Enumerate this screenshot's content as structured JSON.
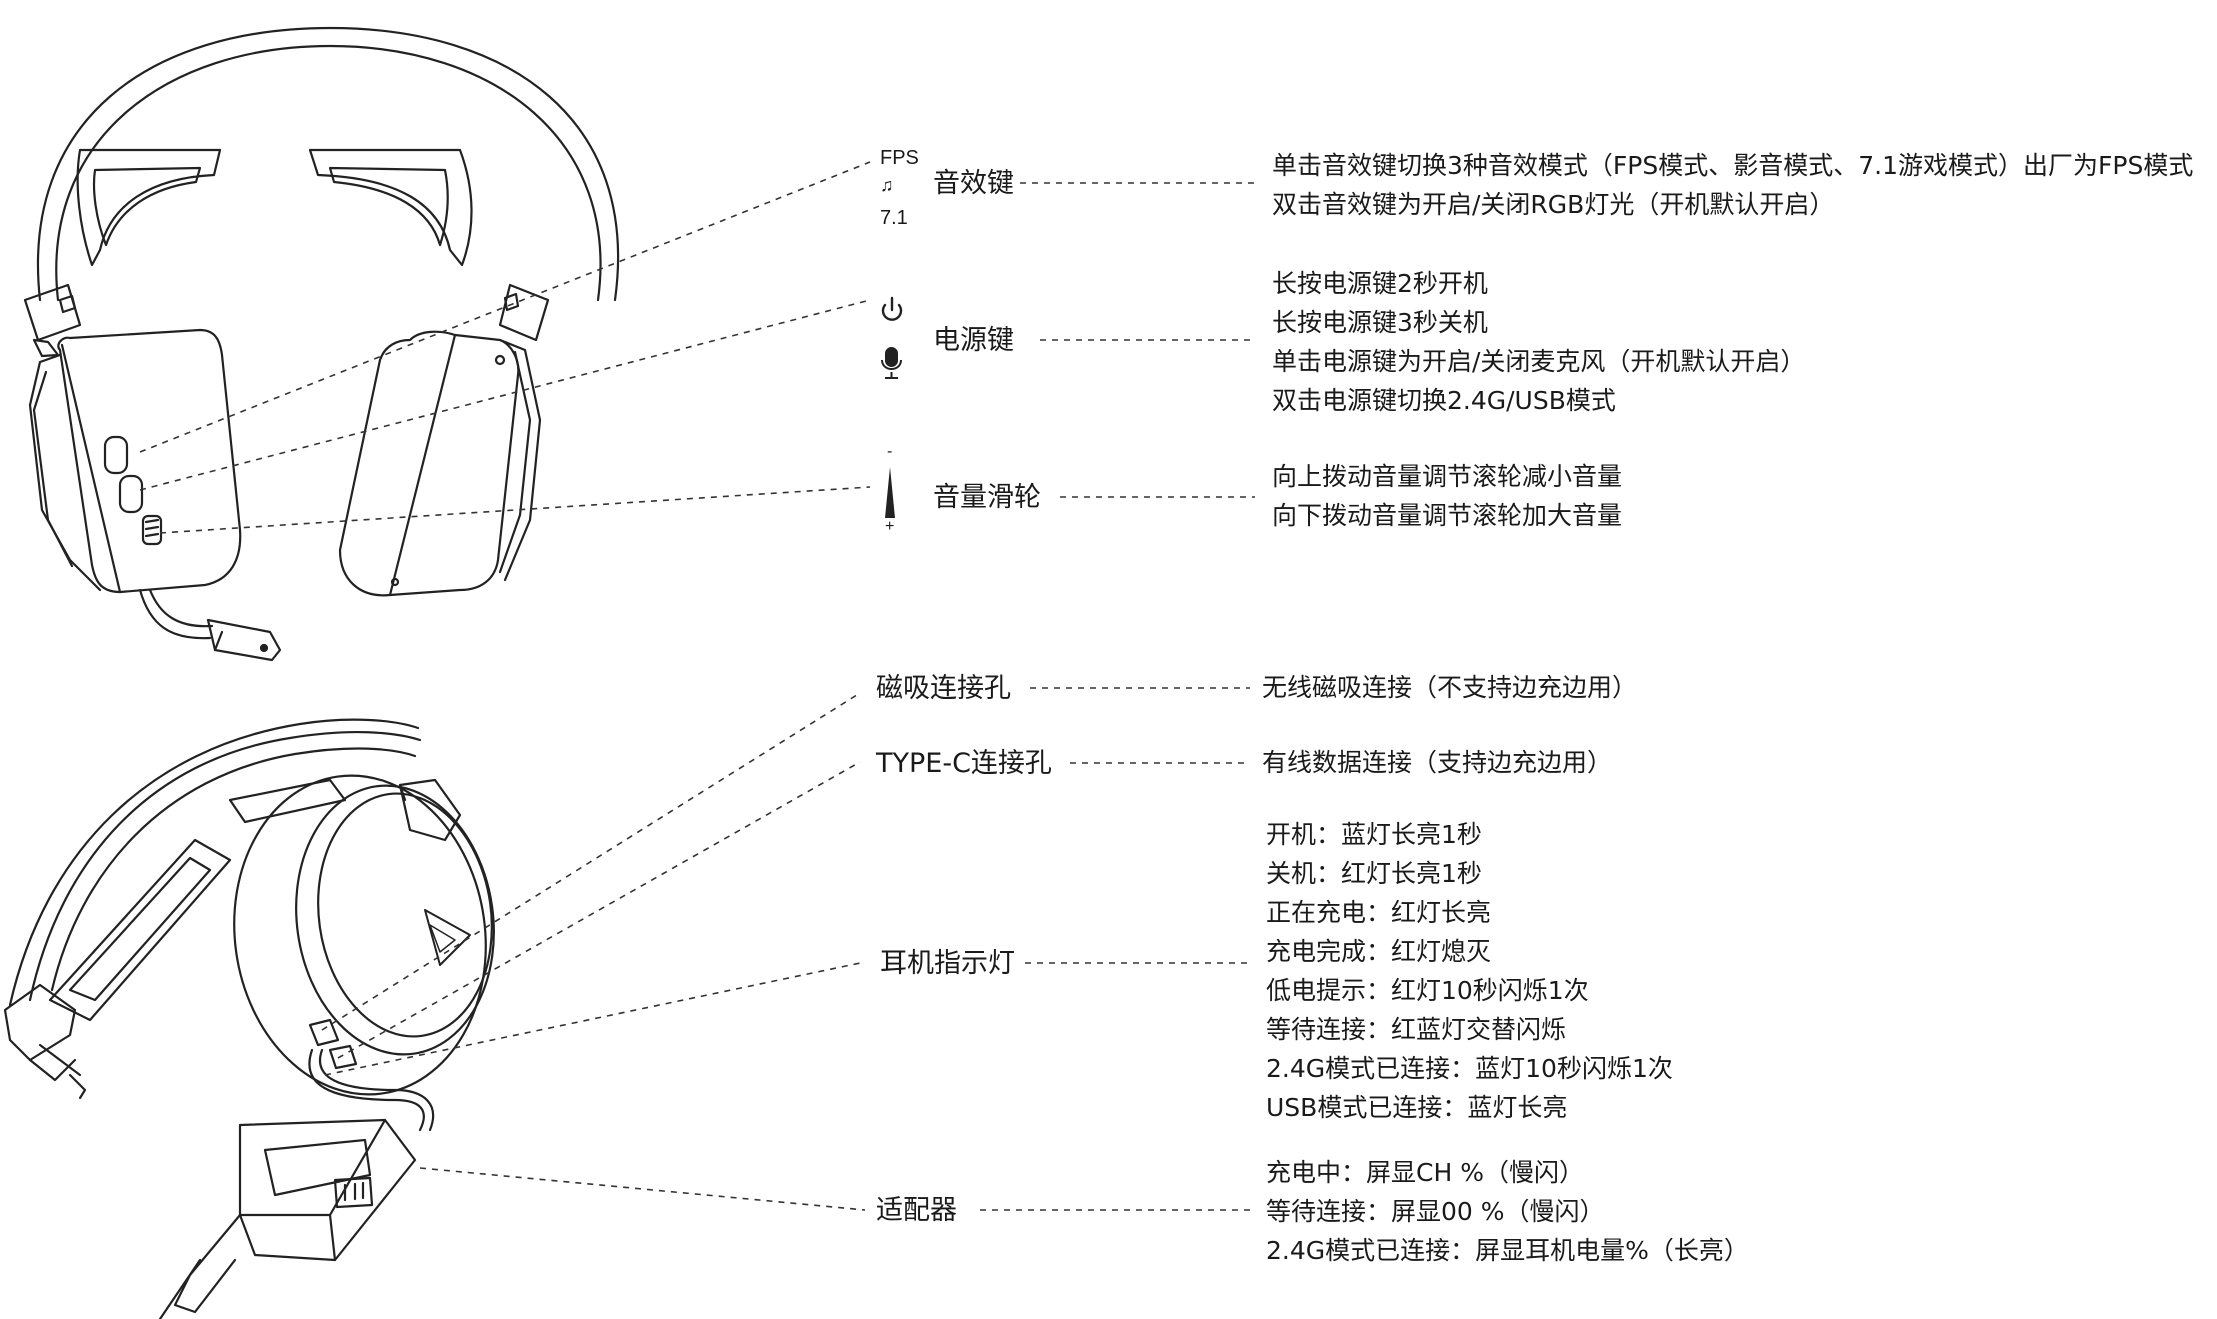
{
  "sections": {
    "sound_key": {
      "icon_lines": [
        "FPS",
        "♫",
        "7.1"
      ],
      "label": "音效键",
      "desc": [
        "单击音效键切换3种音效模式（FPS模式、影音模式、7.1游戏模式）出厂为FPS模式",
        "双击音效键为开启/关闭RGB灯光（开机默认开启）"
      ]
    },
    "power_key": {
      "icons": [
        "power-icon",
        "microphone-icon"
      ],
      "label": "电源键",
      "desc": [
        "长按电源键2秒开机",
        "长按电源键3秒关机",
        "单击电源键为开启/关闭麦克风（开机默认开启）",
        "双击电源键切换2.4G/USB模式"
      ]
    },
    "volume_wheel": {
      "minus": "-",
      "plus": "+",
      "label": "音量滑轮",
      "desc": [
        "向上拨动音量调节滚轮减小音量",
        "向下拨动音量调节滚轮加大音量"
      ]
    },
    "magnetic_port": {
      "label": "磁吸连接孔",
      "desc": [
        "无线磁吸连接（不支持边充边用）"
      ]
    },
    "typec_port": {
      "label": "TYPE-C连接孔",
      "desc": [
        "有线数据连接（支持边充边用）"
      ]
    },
    "indicator": {
      "label": "耳机指示灯",
      "desc": [
        "开机：蓝灯长亮1秒",
        "关机：红灯长亮1秒",
        "正在充电：红灯长亮",
        "充电完成：红灯熄灭",
        "低电提示：红灯10秒闪烁1次",
        "等待连接：红蓝灯交替闪烁",
        "2.4G模式已连接：蓝灯10秒闪烁1次",
        "USB模式已连接：蓝灯长亮"
      ]
    },
    "adapter": {
      "label": "适配器",
      "desc": [
        "充电中：屏显CH %（慢闪）",
        "等待连接：屏显00 %（慢闪）",
        "2.4G模式已连接：屏显耳机电量%（长亮）"
      ]
    }
  }
}
